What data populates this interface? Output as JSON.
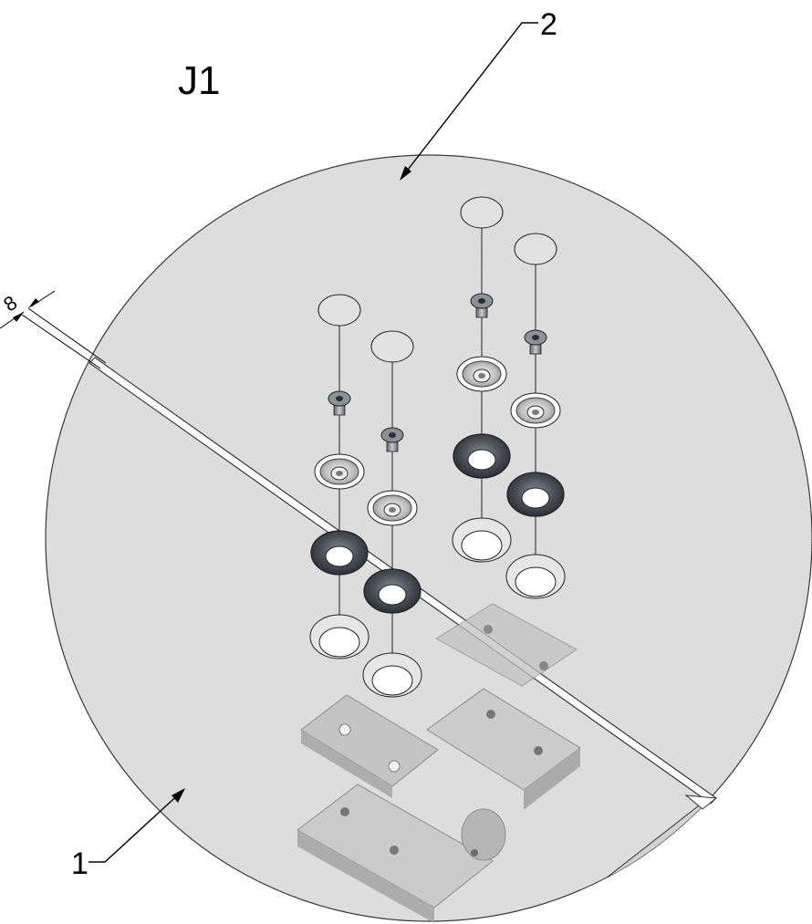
{
  "drawing": {
    "title": "J1",
    "callouts": [
      {
        "label": "1"
      },
      {
        "label": "2"
      }
    ],
    "dimension": {
      "value": "8"
    },
    "parts": {
      "caps": [
        {},
        {},
        {},
        {}
      ],
      "screws": [
        {},
        {},
        {},
        {}
      ],
      "metal_bushings": [
        {},
        {},
        {},
        {}
      ],
      "dark_grommets": [
        {},
        {},
        {},
        {}
      ],
      "holes": [
        {},
        {},
        {},
        {}
      ]
    }
  }
}
